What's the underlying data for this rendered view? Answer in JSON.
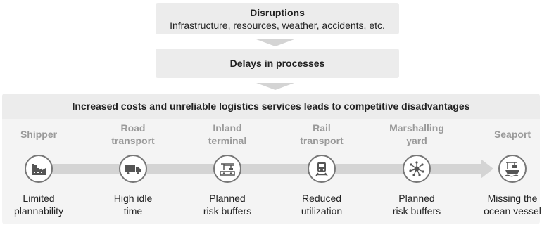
{
  "disruptions": {
    "title": "Disruptions",
    "subtitle": "Infrastructure, resources, weather, accidents, etc."
  },
  "delays": {
    "label": "Delays in processes"
  },
  "headline": "Increased costs and unreliable logistics services leads to competitive disadvantages",
  "stages": [
    {
      "name": "Shipper",
      "effect": "Limited\nplannability",
      "icon": "factory-icon"
    },
    {
      "name": "Road\ntransport",
      "effect": "High idle\ntime",
      "icon": "truck-icon"
    },
    {
      "name": "Inland\nterminal",
      "effect": "Planned\nrisk buffers",
      "icon": "crane-icon"
    },
    {
      "name": "Rail\ntransport",
      "effect": "Reduced\nutilization",
      "icon": "train-icon"
    },
    {
      "name": "Marshalling\nyard",
      "effect": "Planned\nrisk buffers",
      "icon": "network-icon"
    },
    {
      "name": "Seaport",
      "effect": "Missing the\nocean vessel",
      "icon": "ship-crane-icon"
    }
  ],
  "colors": {
    "box": "#ececec",
    "arrow": "#d4d4d4",
    "stage_label": "#9a9a9a"
  }
}
